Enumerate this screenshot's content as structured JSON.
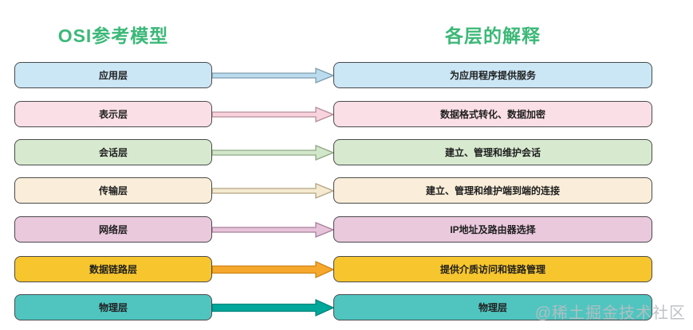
{
  "diagram": {
    "left_title": "OSI参考模型",
    "right_title": "各层的解释",
    "title_color": "#3cb878",
    "watermark": "@稀土掘金技术社区"
  },
  "rows": [
    {
      "layer": "应用层",
      "desc": "为应用程序提供服务",
      "arrow_weight": "thin",
      "colors": {
        "box": "#cbe6f5",
        "arrow_fill": "#badcee",
        "arrow_stroke": "#7f9db0"
      }
    },
    {
      "layer": "表示层",
      "desc": "数据格式转化、数据加密",
      "arrow_weight": "thin",
      "colors": {
        "box": "#fbdfe7",
        "arrow_fill": "#f8d2dc",
        "arrow_stroke": "#b58f9b"
      }
    },
    {
      "layer": "会话层",
      "desc": "建立、管理和维护会话",
      "arrow_weight": "thin",
      "colors": {
        "box": "#d7eacf",
        "arrow_fill": "#d2e7ca",
        "arrow_stroke": "#90a886"
      }
    },
    {
      "layer": "传输层",
      "desc": "建立、管理和维护端到端的连接",
      "arrow_weight": "thin",
      "colors": {
        "box": "#faeeda",
        "arrow_fill": "#f5ead0",
        "arrow_stroke": "#b3a584"
      }
    },
    {
      "layer": "网络层",
      "desc": "IP地址及路由器选择",
      "arrow_weight": "thin",
      "colors": {
        "box": "#eac9dd",
        "arrow_fill": "#e6c3d8",
        "arrow_stroke": "#a8809c"
      }
    },
    {
      "layer": "数据链路层",
      "desc": "提供介质访问和链路管理",
      "arrow_weight": "thick",
      "colors": {
        "box": "#f7c52e",
        "arrow_fill": "#f6a82d",
        "arrow_stroke": "#cf8416"
      }
    },
    {
      "layer": "物理层",
      "desc": "物理层",
      "arrow_weight": "thick",
      "colors": {
        "box": "#50c5c0",
        "arrow_fill": "#00a79b",
        "arrow_stroke": "#00857c"
      }
    }
  ]
}
